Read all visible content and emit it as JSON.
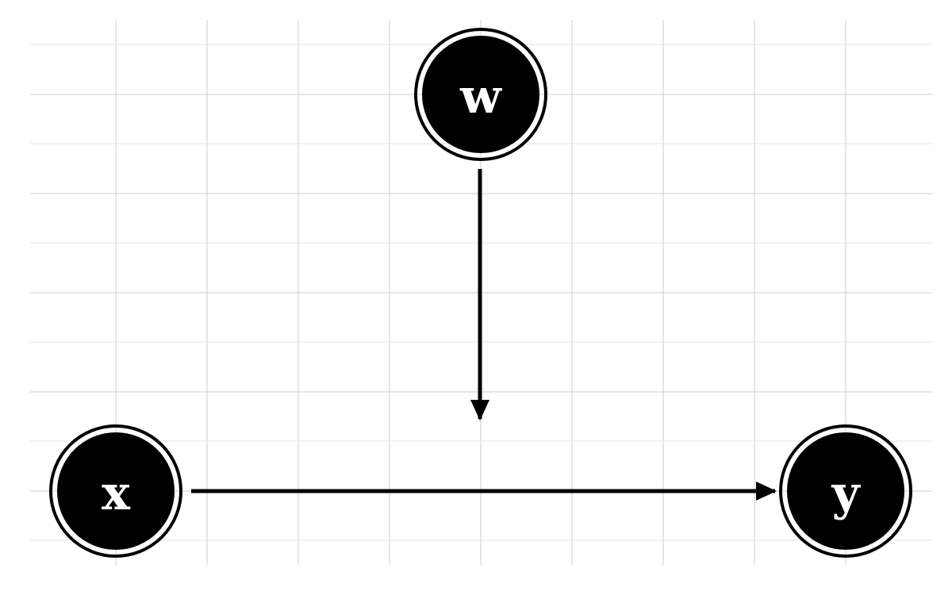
{
  "diagram": {
    "colors": {
      "background": "#ffffff",
      "grid_minor": "#e6e6e6",
      "grid_major": "#cccccc",
      "node_fill": "#000000",
      "node_ring": "#000000",
      "node_text": "#ffffff",
      "edge": "#000000"
    },
    "nodes": [
      {
        "id": "w",
        "label": "w"
      },
      {
        "id": "x",
        "label": "x"
      },
      {
        "id": "y",
        "label": "y"
      }
    ],
    "edges": [
      {
        "from": "w",
        "to": "x-y-edge",
        "kind": "moderation"
      },
      {
        "from": "x",
        "to": "y",
        "kind": "direct"
      }
    ]
  }
}
